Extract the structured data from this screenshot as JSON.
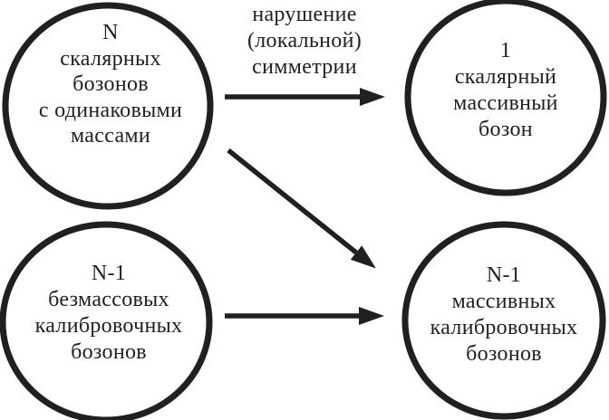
{
  "colors": {
    "ink": "#221f20",
    "background": "#ffffff"
  },
  "nodes": {
    "top_left": {
      "lines": [
        "N",
        "скалярных",
        "бозонов",
        "с одинаковыми",
        "массами"
      ]
    },
    "top_right": {
      "lines": [
        "1",
        "скалярный",
        "массивный",
        "бозон"
      ]
    },
    "bottom_left": {
      "lines": [
        "N-1",
        "безмассовых",
        "калибровочных",
        "бозонов"
      ]
    },
    "bottom_right": {
      "lines": [
        "N-1",
        "массивных",
        "калибровочных",
        "бозонов"
      ]
    }
  },
  "arrow_label": {
    "lines": [
      "нарушение",
      "(локальной)",
      "симметрии"
    ]
  }
}
